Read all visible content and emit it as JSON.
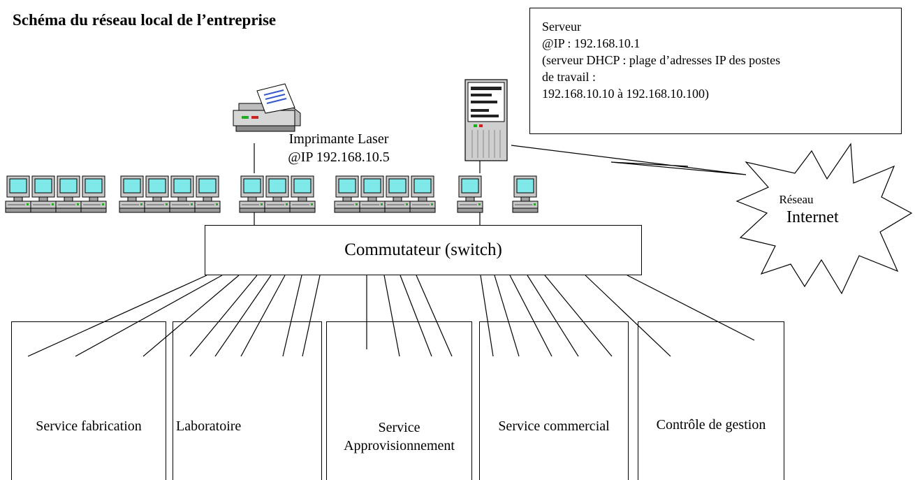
{
  "title": "Schéma du réseau local de l’entreprise",
  "server": {
    "lines": [
      "Serveur",
      "@IP : 192.168.10.1",
      "(serveur DHCP : plage d’adresses IP des postes",
      "de travail :",
      "192.168.10.10 à 192.168.10.100)"
    ]
  },
  "printer": {
    "label": "Imprimante Laser",
    "ip": "@IP 192.168.10.5"
  },
  "switch": {
    "label": "Commutateur (switch)"
  },
  "internet": {
    "line1": "Réseau",
    "line2": "Internet"
  },
  "services": [
    {
      "label": "Service fabrication"
    },
    {
      "label": "Laboratoire"
    },
    {
      "label_line1": "Service",
      "label_line2": "Approvisionnement"
    },
    {
      "label": "Service commercial"
    },
    {
      "label": "Contrôle de gestion"
    }
  ],
  "icons": {
    "computer": "computer-icon",
    "printer": "printer-icon",
    "server": "server-tower-icon",
    "internet": "starburst-cloud-icon"
  }
}
